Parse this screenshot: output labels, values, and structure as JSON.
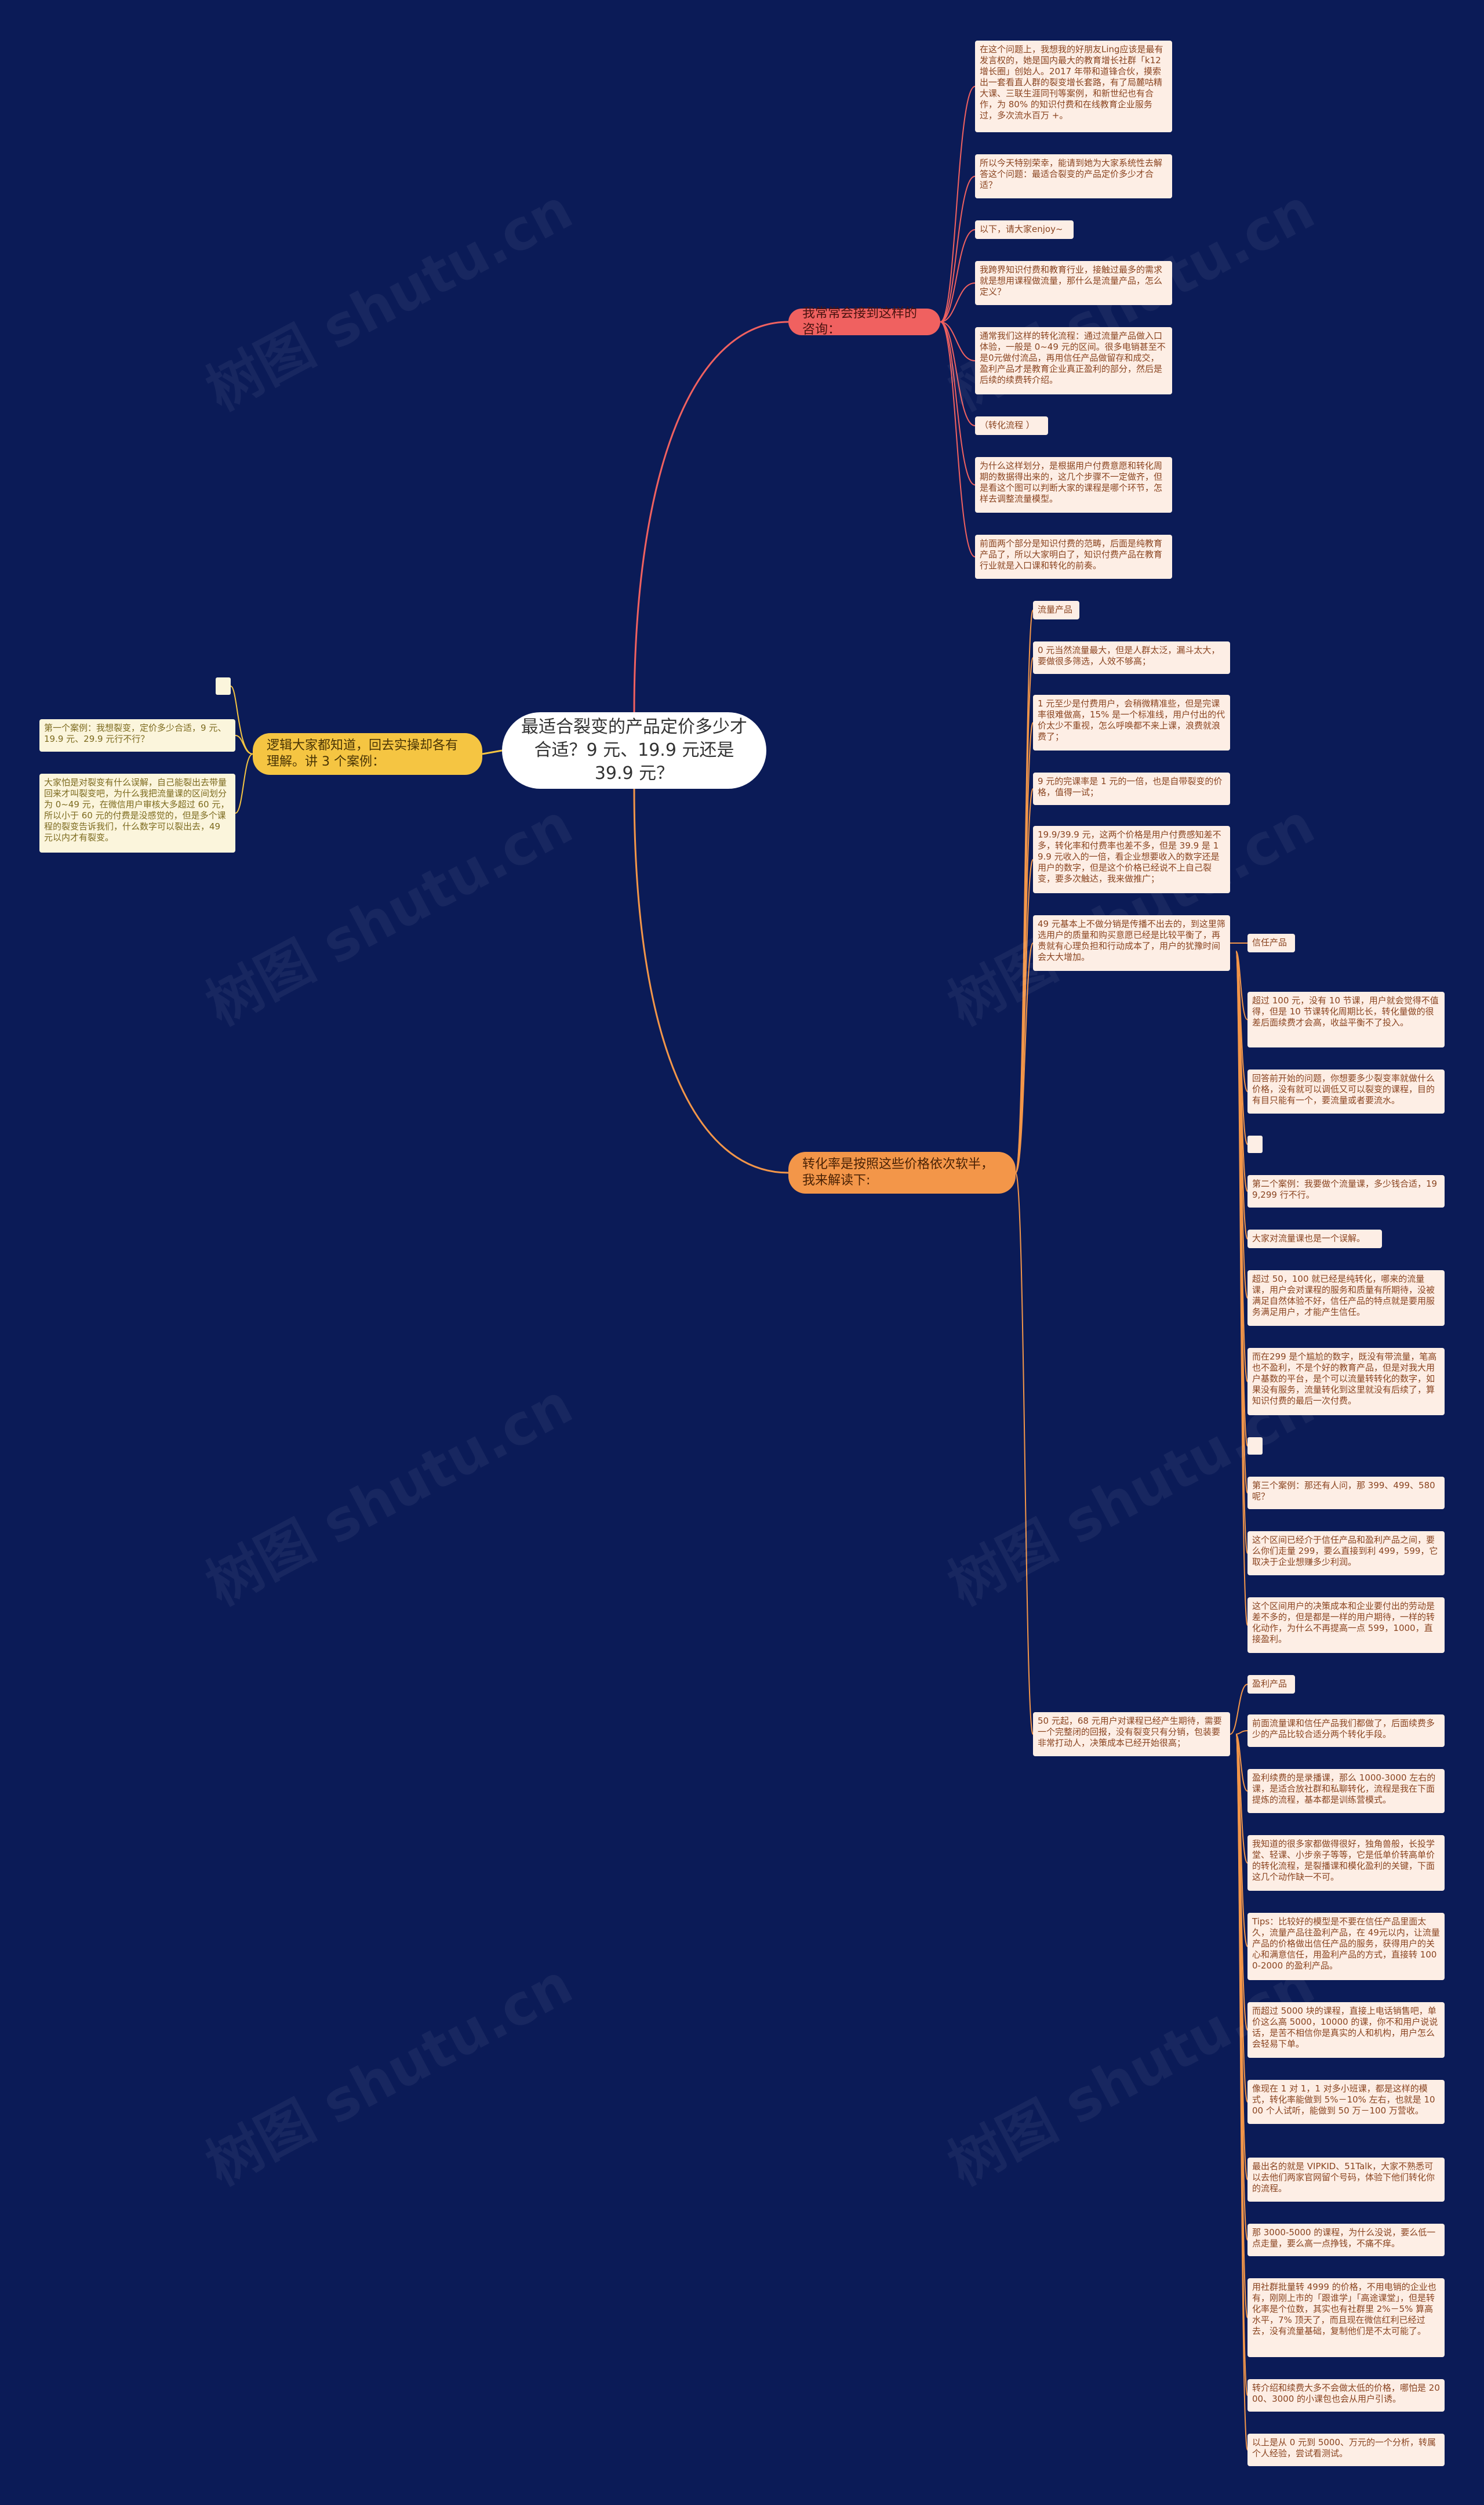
{
  "watermark": "树图 shutu.cn",
  "center": "最适合裂变的产品定价多少才合适？9 元、19.9 元还是39.9 元？",
  "branch_red": {
    "title": "我常常会接到这样的咨询：",
    "items": [
      "在这个问题上，我想我的好朋友Ling应该是最有发言权的，她是国内最大的教育增长社群「k12增长圈」创始人。2017 年带和道锋合伙，摸索出一套看直人群的裂变增长套路，有了局麓咕精大课、三联生涯同刊等案例，和新世纪也有合作，为 80% 的知识付费和在线教育企业服务过，多次流水百万 +。",
      "所以今天特别荣幸，能请到她为大家系统性去解答这个问题：最适合裂变的产品定价多少才合适？",
      "以下，请大家enjoy~",
      "我跨界知识付费和教育行业，接触过最多的需求就是想用课程做流量，那什么是流量产品，怎么定义？",
      "通常我们这样的转化流程：通过流量产品做入口体验，一般是 0~49 元的区间。很多电销甚至不是0元做付流品，再用信任产品做留存和成交，盈利产品才是教育企业真正盈利的部分，然后是后续的续费转介绍。",
      "（转化流程 ）",
      "为什么这样划分，是根据用户付费意愿和转化周期的数据得出来的，这几个步骤不一定做齐，但是看这个图可以判断大家的课程是哪个环节，怎样去调整流量模型。",
      "前面两个部分是知识付费的范畴，后面是纯教育产品了，所以大家明白了，知识付费产品在教育行业就是入口课和转化的前奏。"
    ]
  },
  "branch_yellow": {
    "title": "逻辑大家都知道，回去实操却各有理解。讲 3 个案例：",
    "items": [
      "第一个案例：我想裂变，定价多少合适，9 元、19.9 元、29.9 元行不行？",
      "大家怕是对裂变有什么误解，自己能裂出去带量回来才叫裂变吧，为什么我把流量课的区间划分为 0~49 元，在微信用户审核大多超过 60 元，所以小于 60 元的付费是没感觉的，但是多个课程的裂变告诉我们，什么数字可以裂出去，49 元以内才有裂变。"
    ]
  },
  "branch_orange": {
    "title": "转化率是按照这些价格依次软半，我来解读下:",
    "sub_label": "流量产品",
    "sub_items": [
      "0 元当然流量最大，但是人群太泛，漏斗太大，要做很多筛选，人效不够高；",
      "1 元至少是付费用户，会稍微精准些，但是完课率很难做高，15% 是一个标准线，用户付出的代价太少不重视，怎么呼唤都不来上课，浪费就浪费了；",
      "9 元的完课率是 1 元的一倍，也是自带裂变的价格，值得一试；",
      "19.9/39.9 元，这两个价格是用户付费感知差不多，转化率和付费率也差不多，但是 39.9 是 19.9 元收入的一倍，看企业想要收入的数字还是用户的数字，但是这个价格已经说不上自己裂变，要多次触达，我来做推广；",
      "49 元基本上不做分销是传播不出去的，到这里筛选用户的质量和购买意愿已经是比较平衡了，再贵就有心理负担和行动成本了，用户的犹豫时间会大大增加。",
      "50 元起，68 元用户对课程已经产生期待，需要一个完整闭的回报，没有裂变只有分销，包装要非常打动人，决策成本已经开始很高；"
    ],
    "trust_label": "信任产品",
    "trust_items": [
      "超过 100 元，没有 10 节课，用户就会觉得不值得，但是 10 节课转化周期比长，转化量做的很差后面续费才会高，收益平衡不了投入。",
      "回答前开始的问题，你想要多少裂变率就做什么价格，没有就可以调低又可以裂变的课程，目的有目只能有一个，要流量或者要流水。",
      "第二个案例：我要做个流量课，多少钱合适，199,299 行不行。",
      "大家对流量课也是一个误解。",
      "超过 50，100 就已经是纯转化，哪来的流量课，用户会对课程的服务和质量有所期待，没被满足自然体验不好，信任产品的特点就是要用服务满足用户，才能产生信任。",
      "而在299 是个尴尬的数字，既没有带流量，笔高也不盈利，不是个好的教育产品，但是对我大用户基数的平台，是个可以流量转转化的数字，如果没有服务，流量转化到这里就没有后续了，算知识付费的最后一次付费。",
      "第三个案例：那还有人问，那 399、499、580 呢？",
      "这个区间已经介于信任产品和盈利产品之间，要么你们走量 299，要么直接到利 499，599，它取决于企业想赚多少利润。",
      "这个区间用户的决策成本和企业要付出的劳动是差不多的，但是都是一样的用户期待，一样的转化动作，为什么不再提高一点 599，1000，直接盈利。"
    ],
    "profit_label": "盈利产品",
    "profit_items": [
      "前面流量课和信任产品我们都做了，后面续费多少的产品比较合适分两个转化手段。",
      "盈利续费的是录播课，那么 1000-3000 左右的课，是适合放社群和私聊转化，流程是我在下面提炼的流程，基本都是训练营模式。",
      "我知道的很多家都做得很好，独角兽般，长投学堂、轻课、小步亲子等等，它是低单价转高单价的转化流程，是裂播课和模化盈利的关键，下面这几个动作缺一不可。",
      "Tips：比较好的模型是不要在信任产品里面太久，流量产品往盈利产品，在 49元以内，让流量产品的价格做出信任产品的服务，获得用户的关心和满意信任，用盈利产品的方式，直接转 1000-2000 的盈利产品。",
      "而超过 5000 块的课程，直接上电话销售吧，单价这么高 5000，10000 的课，你不和用户说说话，是苦不相信你是真实的人和机构，用户怎么会轻易下单。",
      "像现在 1 对 1，1 对多小班课，都是这样的模式，转化率能做到 5%－10% 左右，也就是 1000 个人试听，能做到 50 万－100 万营收。",
      "最出名的就是 VIPKID、51Talk，大家不熟悉可以去他们两家官网留个号码，体验下他们转化你的流程。",
      "那 3000-5000 的课程，为什么没说，要么低一点走量，要么高一点挣钱，不痛不痒。",
      "用社群批量转 4999 的价格，不用电销的企业也有，刚刚上市的「跟谁学」「高途课堂」，但是转化率是个位数，其实也有社群里 2%－5% 算高水平，7% 顶天了，而且现在微信红利已经过去，没有流量基础，复制他们是不太可能了。",
      "转介绍和续费大多不会做太低的价格，哪怕是 2000、3000 的小课包也会从用户引诱。",
      "以上是从 0 元到 5000、万元的一个分析，转属个人经验，尝试看测试。"
    ]
  },
  "colors": {
    "background": "#0b1b57",
    "red": "#f06160",
    "yellow": "#f5c542",
    "orange": "#f39649",
    "leaf": "#fdeee5",
    "leaf_yellow": "#fbf5dc"
  }
}
